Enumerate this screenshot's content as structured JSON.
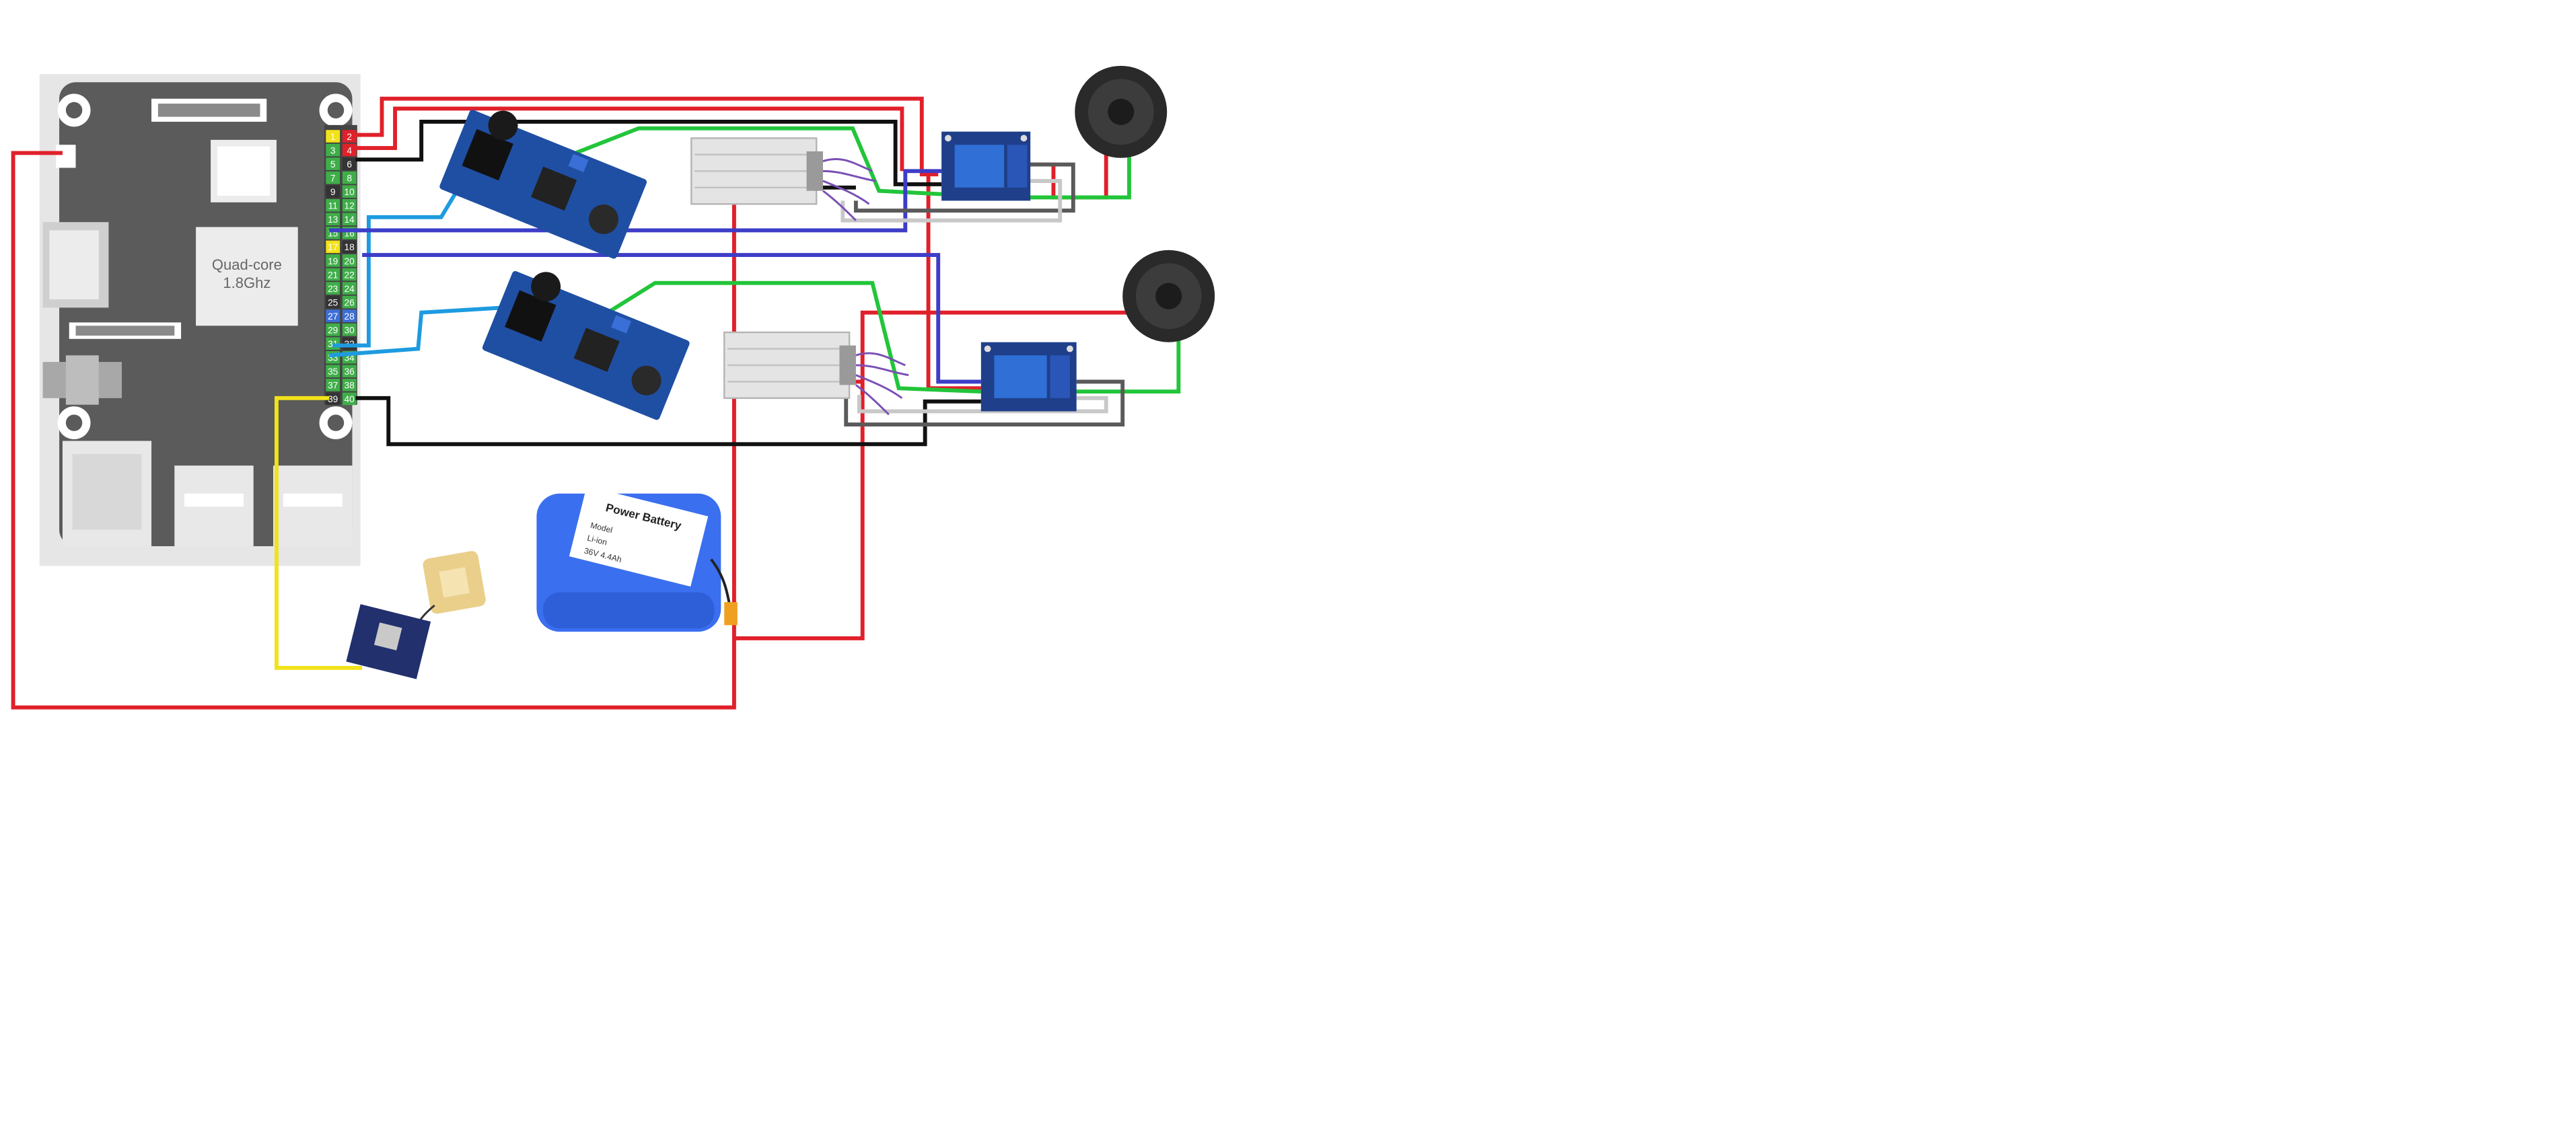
{
  "board": {
    "cpu_line1": "Quad-core",
    "cpu_line2": "1.8Ghz",
    "pins_left": [
      "1",
      "3",
      "5",
      "7",
      "9",
      "11",
      "13",
      "15",
      "17",
      "19",
      "21",
      "23",
      "25",
      "27",
      "29",
      "31",
      "33",
      "35",
      "37",
      "39"
    ],
    "pins_right": [
      "2",
      "4",
      "6",
      "8",
      "10",
      "12",
      "14",
      "16",
      "18",
      "20",
      "22",
      "24",
      "26",
      "28",
      "30",
      "32",
      "34",
      "36",
      "38",
      "40"
    ]
  },
  "battery": {
    "line1": "Power Battery",
    "line2": "Model",
    "line3": "Li-ion",
    "line4": "36V 4.4Ah"
  },
  "colors": {
    "red": "#e0202a",
    "black": "#111111",
    "green": "#22c53a",
    "light_blue": "#1e9be0",
    "dark_blue": "#3d3dc8",
    "yellow": "#f2e21a",
    "gray": "#5a5a5a",
    "light_gray": "#c8c8c8",
    "board": "#5b5b5b",
    "module_blue": "#1f4fa3"
  }
}
